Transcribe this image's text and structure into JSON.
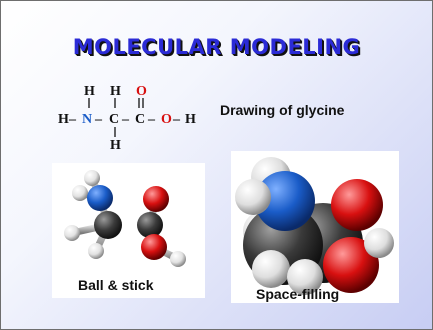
{
  "slide": {
    "title": "MOLECULAR MODELING",
    "formula": {
      "atoms_top": [
        "H",
        "H",
        "O"
      ],
      "main_chain": [
        "H",
        "N",
        "C",
        "C",
        "O",
        "H"
      ],
      "atom_bottom": "H",
      "bond_glyph": "–"
    },
    "drawing_caption": "Drawing of glycine",
    "ball_stick_caption": "Ball & stick",
    "space_filling_caption": "Space-filling",
    "colors": {
      "title": "#2b2bd6",
      "nitrogen": "#1a5cc8",
      "oxygen": "#d81010",
      "carbon": "#333333",
      "hydrogen": "#f2f2f2"
    }
  }
}
